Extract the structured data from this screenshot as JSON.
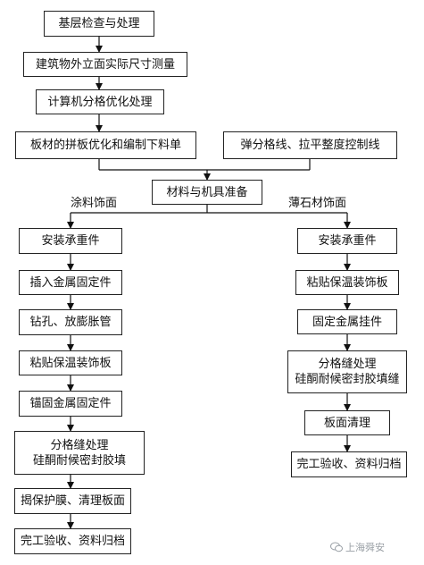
{
  "top_steps": [
    "基层检查与处理",
    "建筑物外立面实际尺寸测量",
    "计算机分格优化处理",
    "板材的拼板优化和编制下料单"
  ],
  "parallel_step": "弹分格线、拉平整度控制线",
  "merge_step": "材料与机具准备",
  "branch_labels": {
    "left": "涂料饰面",
    "right": "薄石材饰面"
  },
  "left_steps": [
    [
      "安装承重件"
    ],
    [
      "插入金属固定件"
    ],
    [
      "钻孔、放膨胀管"
    ],
    [
      "粘贴保温装饰板"
    ],
    [
      "锚固金属固定件"
    ],
    [
      "分格缝处理",
      "硅酮耐候密封胶填"
    ],
    [
      "揭保护膜、清理板面"
    ],
    [
      "完工验收、资料归档"
    ]
  ],
  "right_steps": [
    [
      "安装承重件"
    ],
    [
      "粘贴保温装饰板"
    ],
    [
      "固定金属挂件"
    ],
    [
      "分格缝处理",
      "硅酮耐候密封胶填缝"
    ],
    [
      "板面清理"
    ],
    [
      "完工验收、资料归档"
    ]
  ],
  "watermark": "上海舜安"
}
